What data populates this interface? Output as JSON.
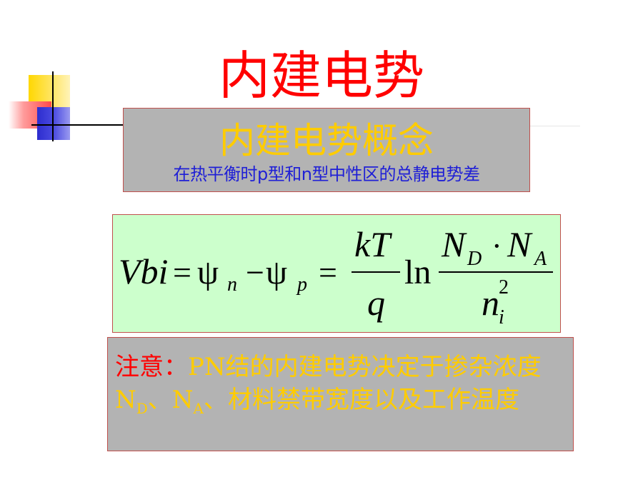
{
  "slide": {
    "title": "内建电势"
  },
  "concept": {
    "heading": "内建电势概念",
    "definition": "在热平衡时p型和n型中性区的总静电势差"
  },
  "formula": {
    "lhs": "Vbi",
    "eq1": "=",
    "psi_n": "ψ",
    "sub_n": "n",
    "minus": "−",
    "psi_p": "ψ",
    "sub_p": "p",
    "eq2": "=",
    "frac_num": "kT",
    "frac_den": "q",
    "ln": "ln",
    "ln_num_nd": "N",
    "ln_num_nd_sub": "D",
    "ln_num_dot": "·",
    "ln_num_na": "N",
    "ln_num_na_sub": "A",
    "ln_den_n": "n",
    "ln_den_sub": "i",
    "ln_den_sup": "2"
  },
  "note": {
    "label": "注意：",
    "text_1": "PN结的内建电势决定于掺杂浓度N",
    "sub_d": "D",
    "text_2": "、N",
    "sub_a": "A",
    "text_3": "、材料禁带宽度以及工作温度"
  },
  "colors": {
    "title": "#ff0000",
    "concept_heading": "#ffcc00",
    "concept_definition": "#1f1fd6",
    "box_gray": "#b3b3b3",
    "formula_bg": "#ccffcc",
    "box_border": "#c0504d",
    "note_label": "#ff0000",
    "note_text": "#ffcc00"
  }
}
